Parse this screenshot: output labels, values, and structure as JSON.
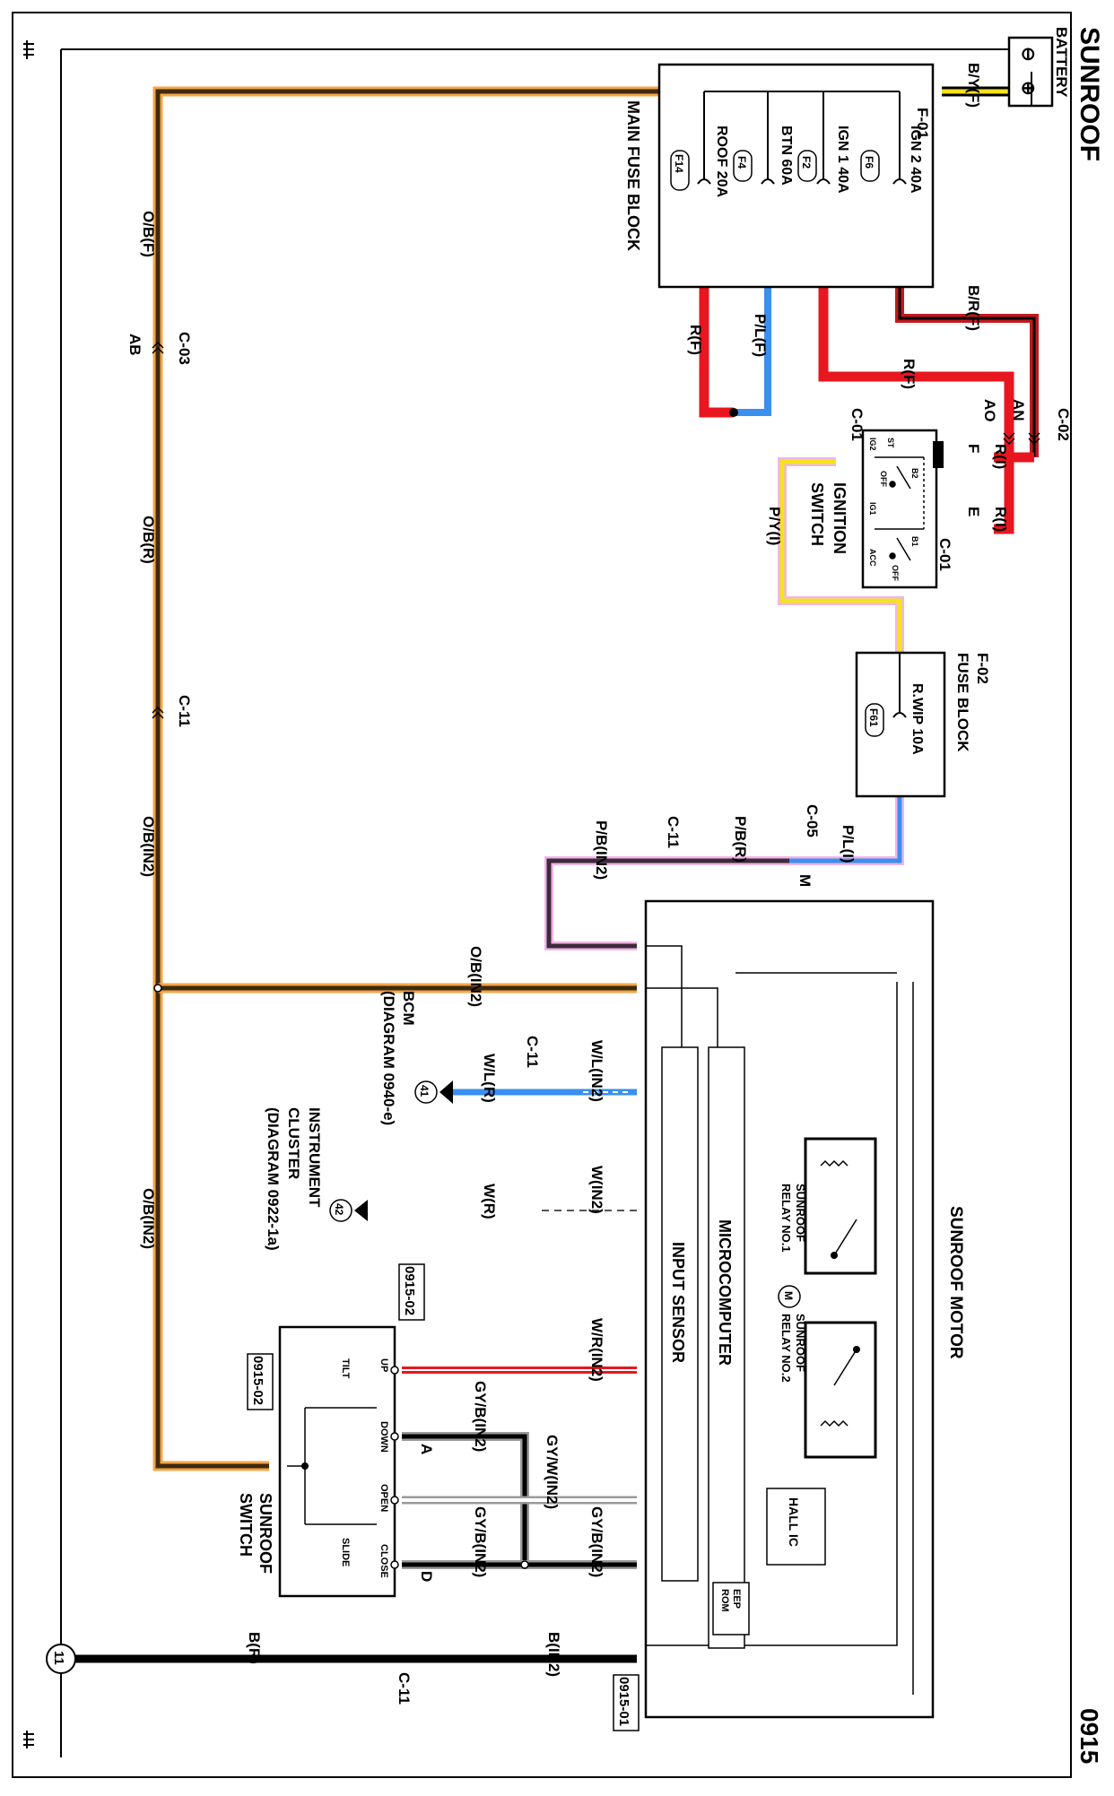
{
  "header": {
    "title": "SUNROOF",
    "diagram_number": "0915"
  },
  "battery": {
    "label": "BATTERY",
    "neg_symbol": "⊖",
    "pos_symbol": "⊕",
    "wire": "B/Y(F)"
  },
  "main_fuse_block": {
    "title": "MAIN FUSE BLOCK",
    "connector": "F-01",
    "fuses": [
      {
        "id": "F6",
        "name": "IGN 2 40A"
      },
      {
        "id": "F6",
        "name": "IGN 1 40A"
      },
      {
        "id": "F2",
        "name": "BTN 60A"
      },
      {
        "id": "F4",
        "name": "ROOF 20A"
      },
      {
        "id": "F14",
        "name": ""
      }
    ]
  },
  "wires": {
    "br_f": "B/R(F)",
    "r_f_1": "R(F)",
    "r_f_2": "R(F)",
    "pl_f": "P/L(F)",
    "ob_f": "O/B(F)",
    "ob_r": "O/B(R)",
    "ob_in2_1": "O/B(IN2)",
    "ob_in2_2": "O/B(IN2)",
    "ob_in2_3": "O/B(IN2)",
    "r_i_1": "R(I)",
    "r_i_2": "R(I)",
    "py_i": "P/Y(I)",
    "pl_i": "P/L(I)",
    "pb_r": "P/B(R)",
    "pb_in2": "P/B(IN2)",
    "wl_in2": "W/L(IN2)",
    "wl_r": "W/L(R)",
    "w_in2": "W(IN2)",
    "w_r": "W(R)",
    "wr_in2": "W/R(IN2)",
    "gyb_in2_1": "GY/B(IN2)",
    "gyb_in2_2": "GY/B(IN2)",
    "gyb_in2_3": "GY/B(IN2)",
    "gyw_in2": "GY/W(IN2)",
    "b_in2": "B(IN2)",
    "b_r": "B(R)"
  },
  "connectors": {
    "c02": "C-02",
    "an": "AN",
    "ao": "AO",
    "c01_left": "C-01",
    "c01_right": "C-01",
    "f_pin": "F",
    "e_pin": "E",
    "c03": "C-03",
    "ab": "AB",
    "c11_a": "C-11",
    "c11_b": "C-11",
    "c11_c": "C-11",
    "c11_d": "C-11",
    "c05": "C-05",
    "m_pin": "M",
    "a_pin": "A",
    "d_pin": "D"
  },
  "ignition_switch": {
    "title": "IGNITION",
    "title2": "SWITCH",
    "pos_st": "ST",
    "pos_ig2": "IG2",
    "pos_off": "OFF",
    "pos_b2": "B2",
    "pos_ig1": "IG1",
    "pos_b1": "B1",
    "pos_acc": "ACC",
    "pos_off2": "OFF"
  },
  "fuse_block_f02": {
    "connector": "F-02",
    "title": "FUSE BLOCK",
    "fuse_name": "R.WIP 10A",
    "fuse_id": "F61"
  },
  "sunroof_motor": {
    "title": "SUNROOF MOTOR",
    "relay1": "SUNROOF",
    "relay1b": "RELAY NO.1",
    "relay2": "SUNROOF",
    "relay2b": "RELAY NO.2",
    "motor_symbol": "M",
    "microcomputer": "MICROCOMPUTER",
    "input_sensor": "INPUT SENSOR",
    "hall_ic": "HALL IC",
    "eep_rom": "EEP",
    "eep_rom2": "ROM"
  },
  "bcm": {
    "title": "BCM",
    "ref": "(DIAGRAM  0940-e)",
    "marker": "41"
  },
  "instrument_cluster": {
    "title": "INSTRUMENT",
    "title2": "CLUSTER",
    "ref": "(DIAGRAM 0922-1a)",
    "marker": "42"
  },
  "sunroof_switch": {
    "title": "SUNROOF",
    "title2": "SWITCH",
    "ref_top": "0915-02",
    "ref_bottom": "0915-02",
    "up": "UP",
    "tilt": "TILT",
    "down": "DOWN",
    "open": "OPEN",
    "slide": "SLIDE",
    "close": "CLOSE"
  },
  "ground": {
    "marker": "11",
    "ref": "0915-01"
  },
  "colors": {
    "orange": "#f5a544",
    "red": "#e8161e",
    "darkred": "#c2181d",
    "blue": "#3a8ff0",
    "yellow": "#f5e21c",
    "pink": "#f0b5e8",
    "gray": "#9a9a9a",
    "black": "#000000"
  }
}
